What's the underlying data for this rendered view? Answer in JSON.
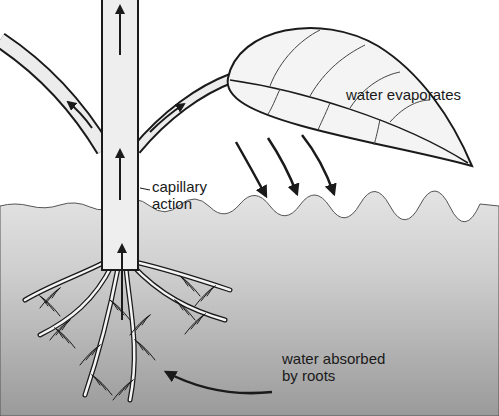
{
  "diagram": {
    "labels": [
      "water evaporates",
      "capillary action",
      "water absorbed by roots"
    ]
  }
}
